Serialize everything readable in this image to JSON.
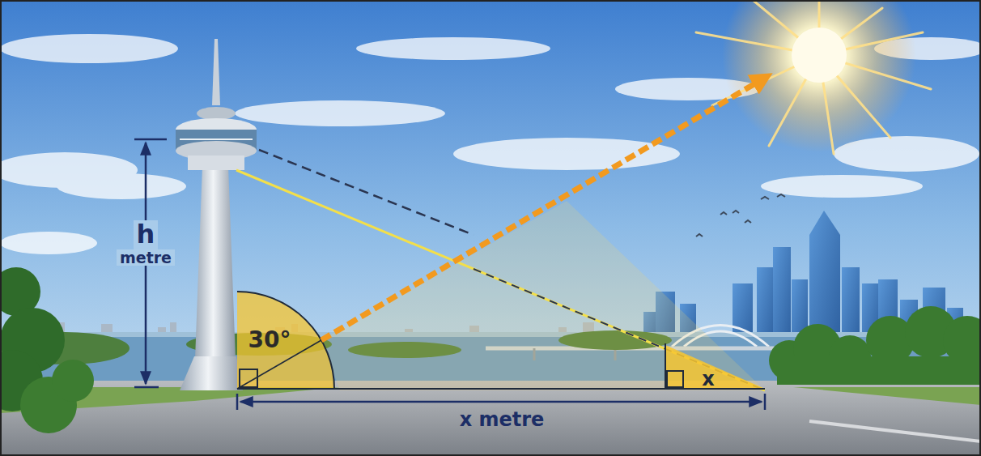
{
  "diagram": {
    "labels": [
      "h",
      "metre",
      "30°",
      "x",
      "x metre"
    ]
  }
}
